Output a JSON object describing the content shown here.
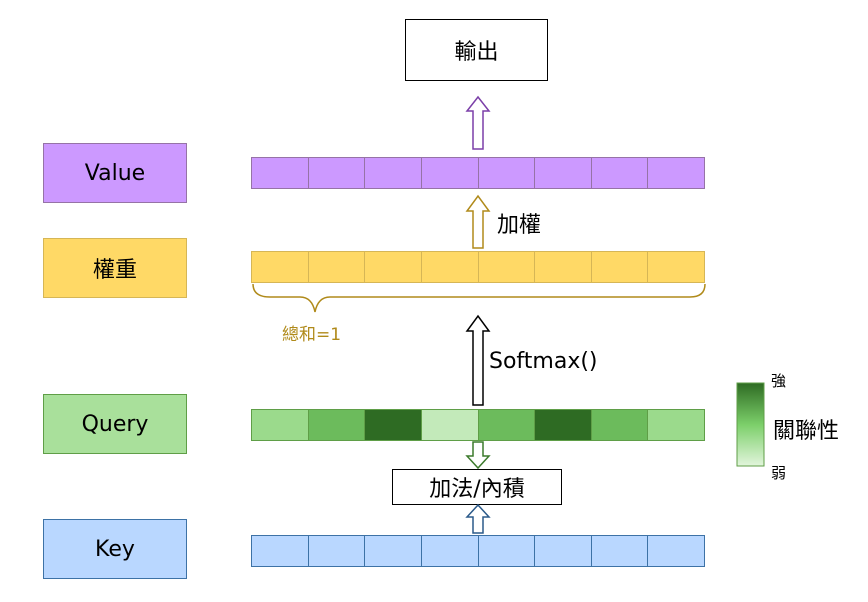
{
  "output_label": "輸出",
  "labels": {
    "value": "Value",
    "weight": "權重",
    "query": "Query",
    "key": "Key"
  },
  "arrow_labels": {
    "weighting": "加權",
    "softmax": "Softmax()",
    "sum_note": "總和=1",
    "op": "加法/內積"
  },
  "legend": {
    "title": "關聯性",
    "strong": "強",
    "weak": "弱"
  },
  "colors": {
    "value_fill": "#cc99ff",
    "value_border": "#9673a6",
    "weight_fill": "#ffd966",
    "weight_border": "#d6b656",
    "query_border": "#5f9e47",
    "key_fill": "#b9d7ff",
    "key_border": "#3d72a6",
    "query_label_fill": "#a9e09b",
    "sum_text": "#b08a1a"
  },
  "query_strength": [
    0.35,
    0.6,
    1.0,
    0.15,
    0.6,
    1.0,
    0.6,
    0.35
  ]
}
